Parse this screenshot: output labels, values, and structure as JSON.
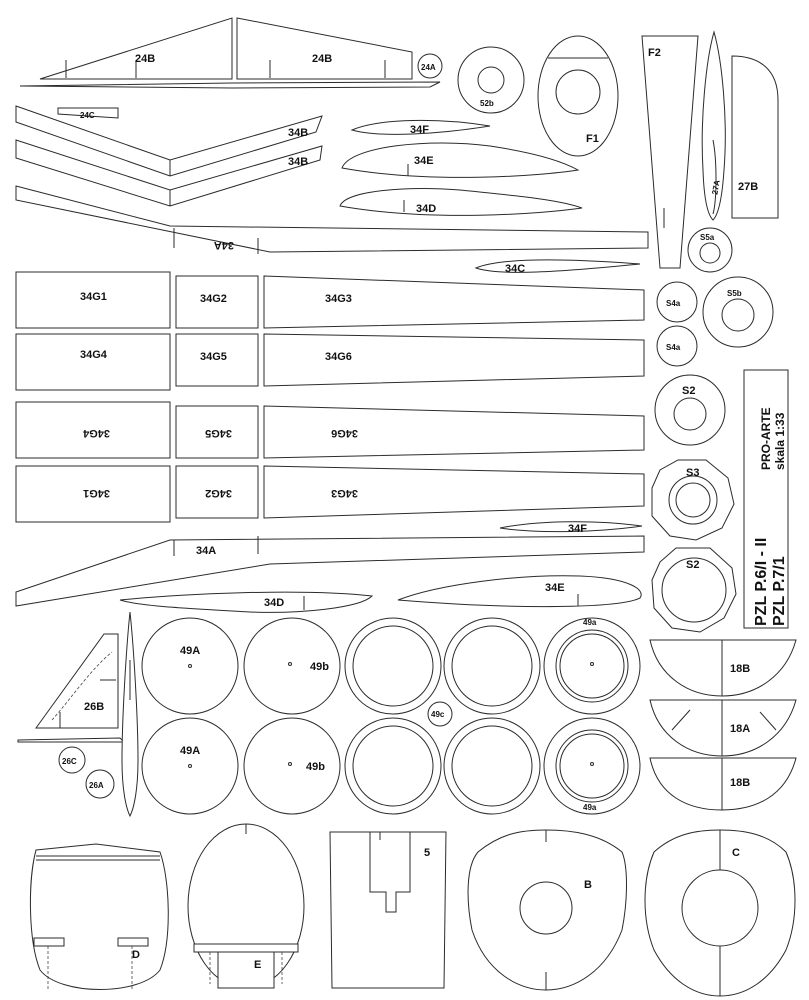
{
  "sheet": {
    "parts": {
      "p24B_left": "24B",
      "p24B_right": "24B",
      "p24A": "24A",
      "p24C": "24C",
      "p52b": "52b",
      "pF1": "F1",
      "pF2": "F2",
      "p27A": "27A",
      "p27B": "27B",
      "p34B_1": "34B",
      "p34B_2": "34B",
      "p34F_top": "34F",
      "p34E_top": "34E",
      "p34D_top": "34D",
      "p34A_top": "34A",
      "p34C": "34C",
      "pS5a": "S5a",
      "pS4a_1": "S4a",
      "pS5b": "S5b",
      "pS4a_2": "S4a",
      "pS2_top": "S2",
      "pS3": "S3",
      "pS2_bottom": "S2",
      "p34G1": "34G1",
      "p34G2": "34G2",
      "p34G3": "34G3",
      "p34G4": "34G4",
      "p34G5": "34G5",
      "p34G6": "34G6",
      "p34G4_m": "34G4",
      "p34G5_m": "34G5",
      "p34G6_m": "34G6",
      "p34G1_m": "34G1",
      "p34G2_m": "34G2",
      "p34G3_m": "34G3",
      "p34F_mid": "34F",
      "p34A_mid": "34A",
      "p34E_mid": "34E",
      "p34D_mid": "34D",
      "p49A_1": "49A",
      "p49b_1": "49b",
      "p49a_1": "49a",
      "p49c": "49c",
      "p49A_2": "49A",
      "p49b_2": "49b",
      "p49a_2": "49a",
      "p26B": "26B",
      "p26C": "26C",
      "p26A": "26A",
      "p18B_1": "18B",
      "p18A": "18A",
      "p18B_2": "18B",
      "pD": "D",
      "pE": "E",
      "p5": "5",
      "pB": "B",
      "pC": "C"
    },
    "brand": {
      "maker": "PRO-ARTE",
      "scale": "skala 1:33",
      "model_1": "PZL P.6/I - II",
      "model_2": "PZL P.7/1"
    }
  }
}
